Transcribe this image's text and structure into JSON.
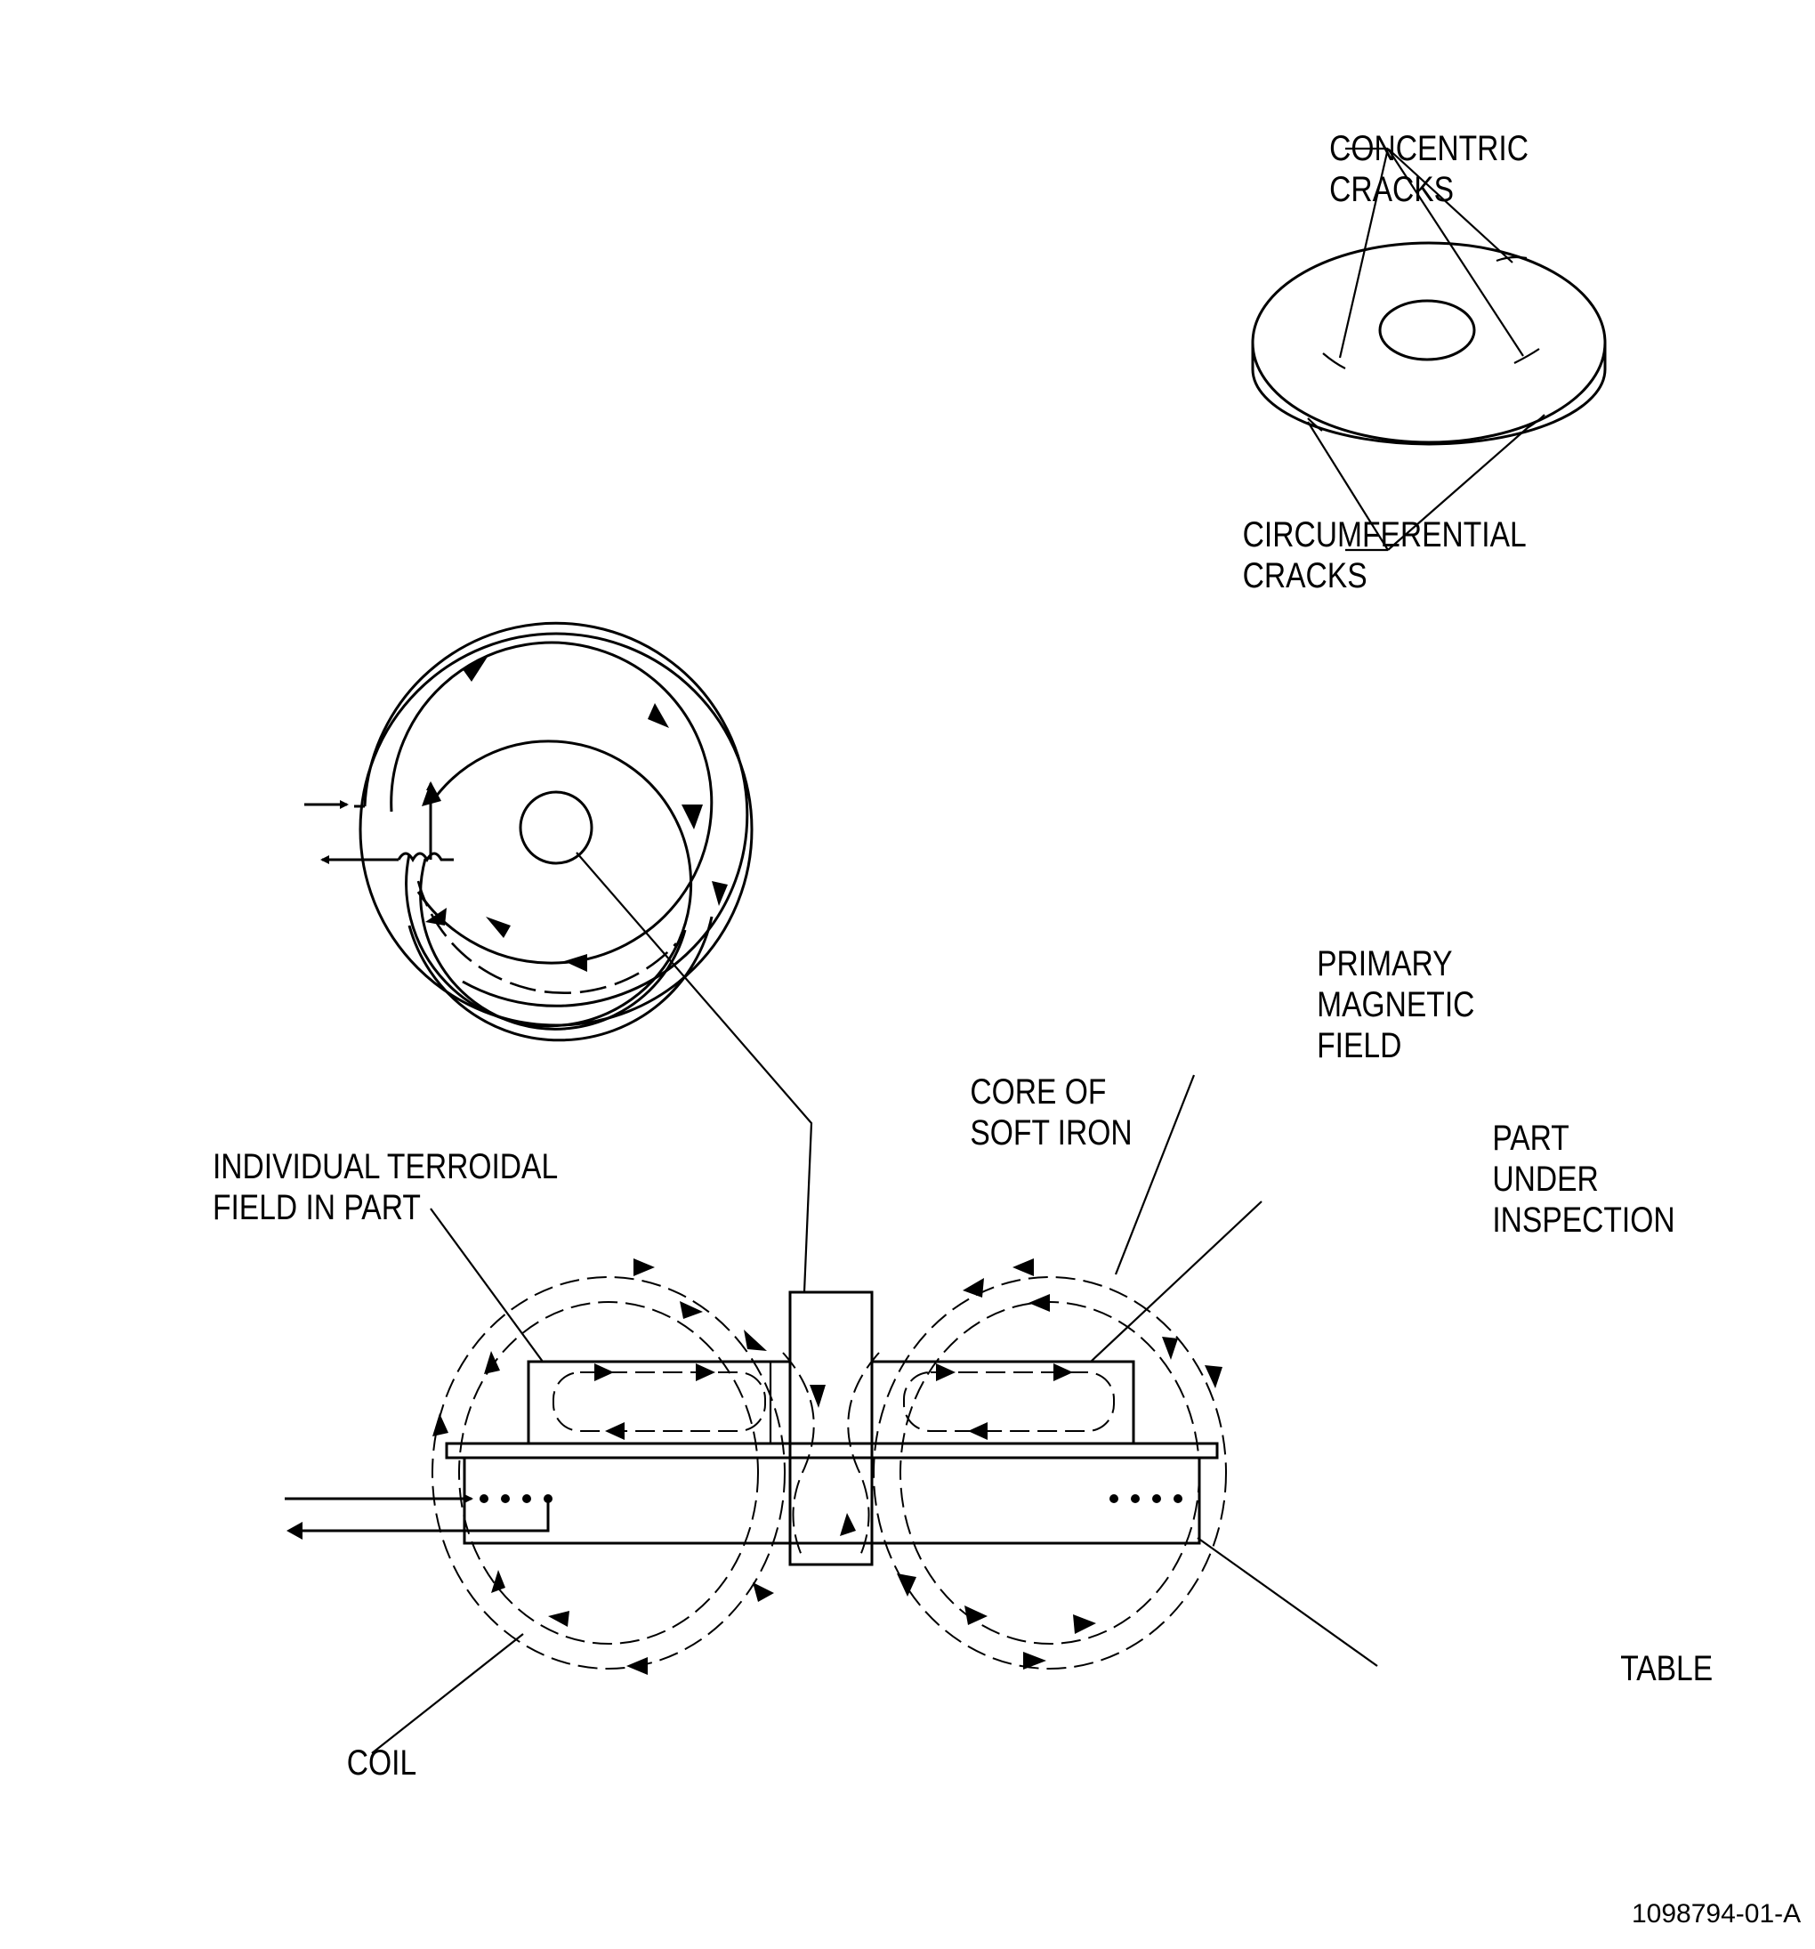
{
  "labels": {
    "concentric_cracks": [
      "CONCENTRIC",
      "CRACKS"
    ],
    "circumferential_cracks": [
      "CIRCUMFERENTIAL",
      "CRACKS"
    ],
    "primary_magnetic_field": [
      "PRIMARY",
      "MAGNETIC",
      "FIELD"
    ],
    "core_of_soft_iron": [
      "CORE OF",
      "SOFT IRON"
    ],
    "part_under_inspection": [
      "PART",
      "UNDER",
      "INSPECTION"
    ],
    "individual_field": [
      "INDIVIDUAL TERROIDAL",
      "FIELD IN PART"
    ],
    "table": "TABLE",
    "coil": "COIL"
  },
  "figure_id": "1098794-01-A",
  "colors": {
    "ink": "#000000",
    "background": "#ffffff"
  }
}
